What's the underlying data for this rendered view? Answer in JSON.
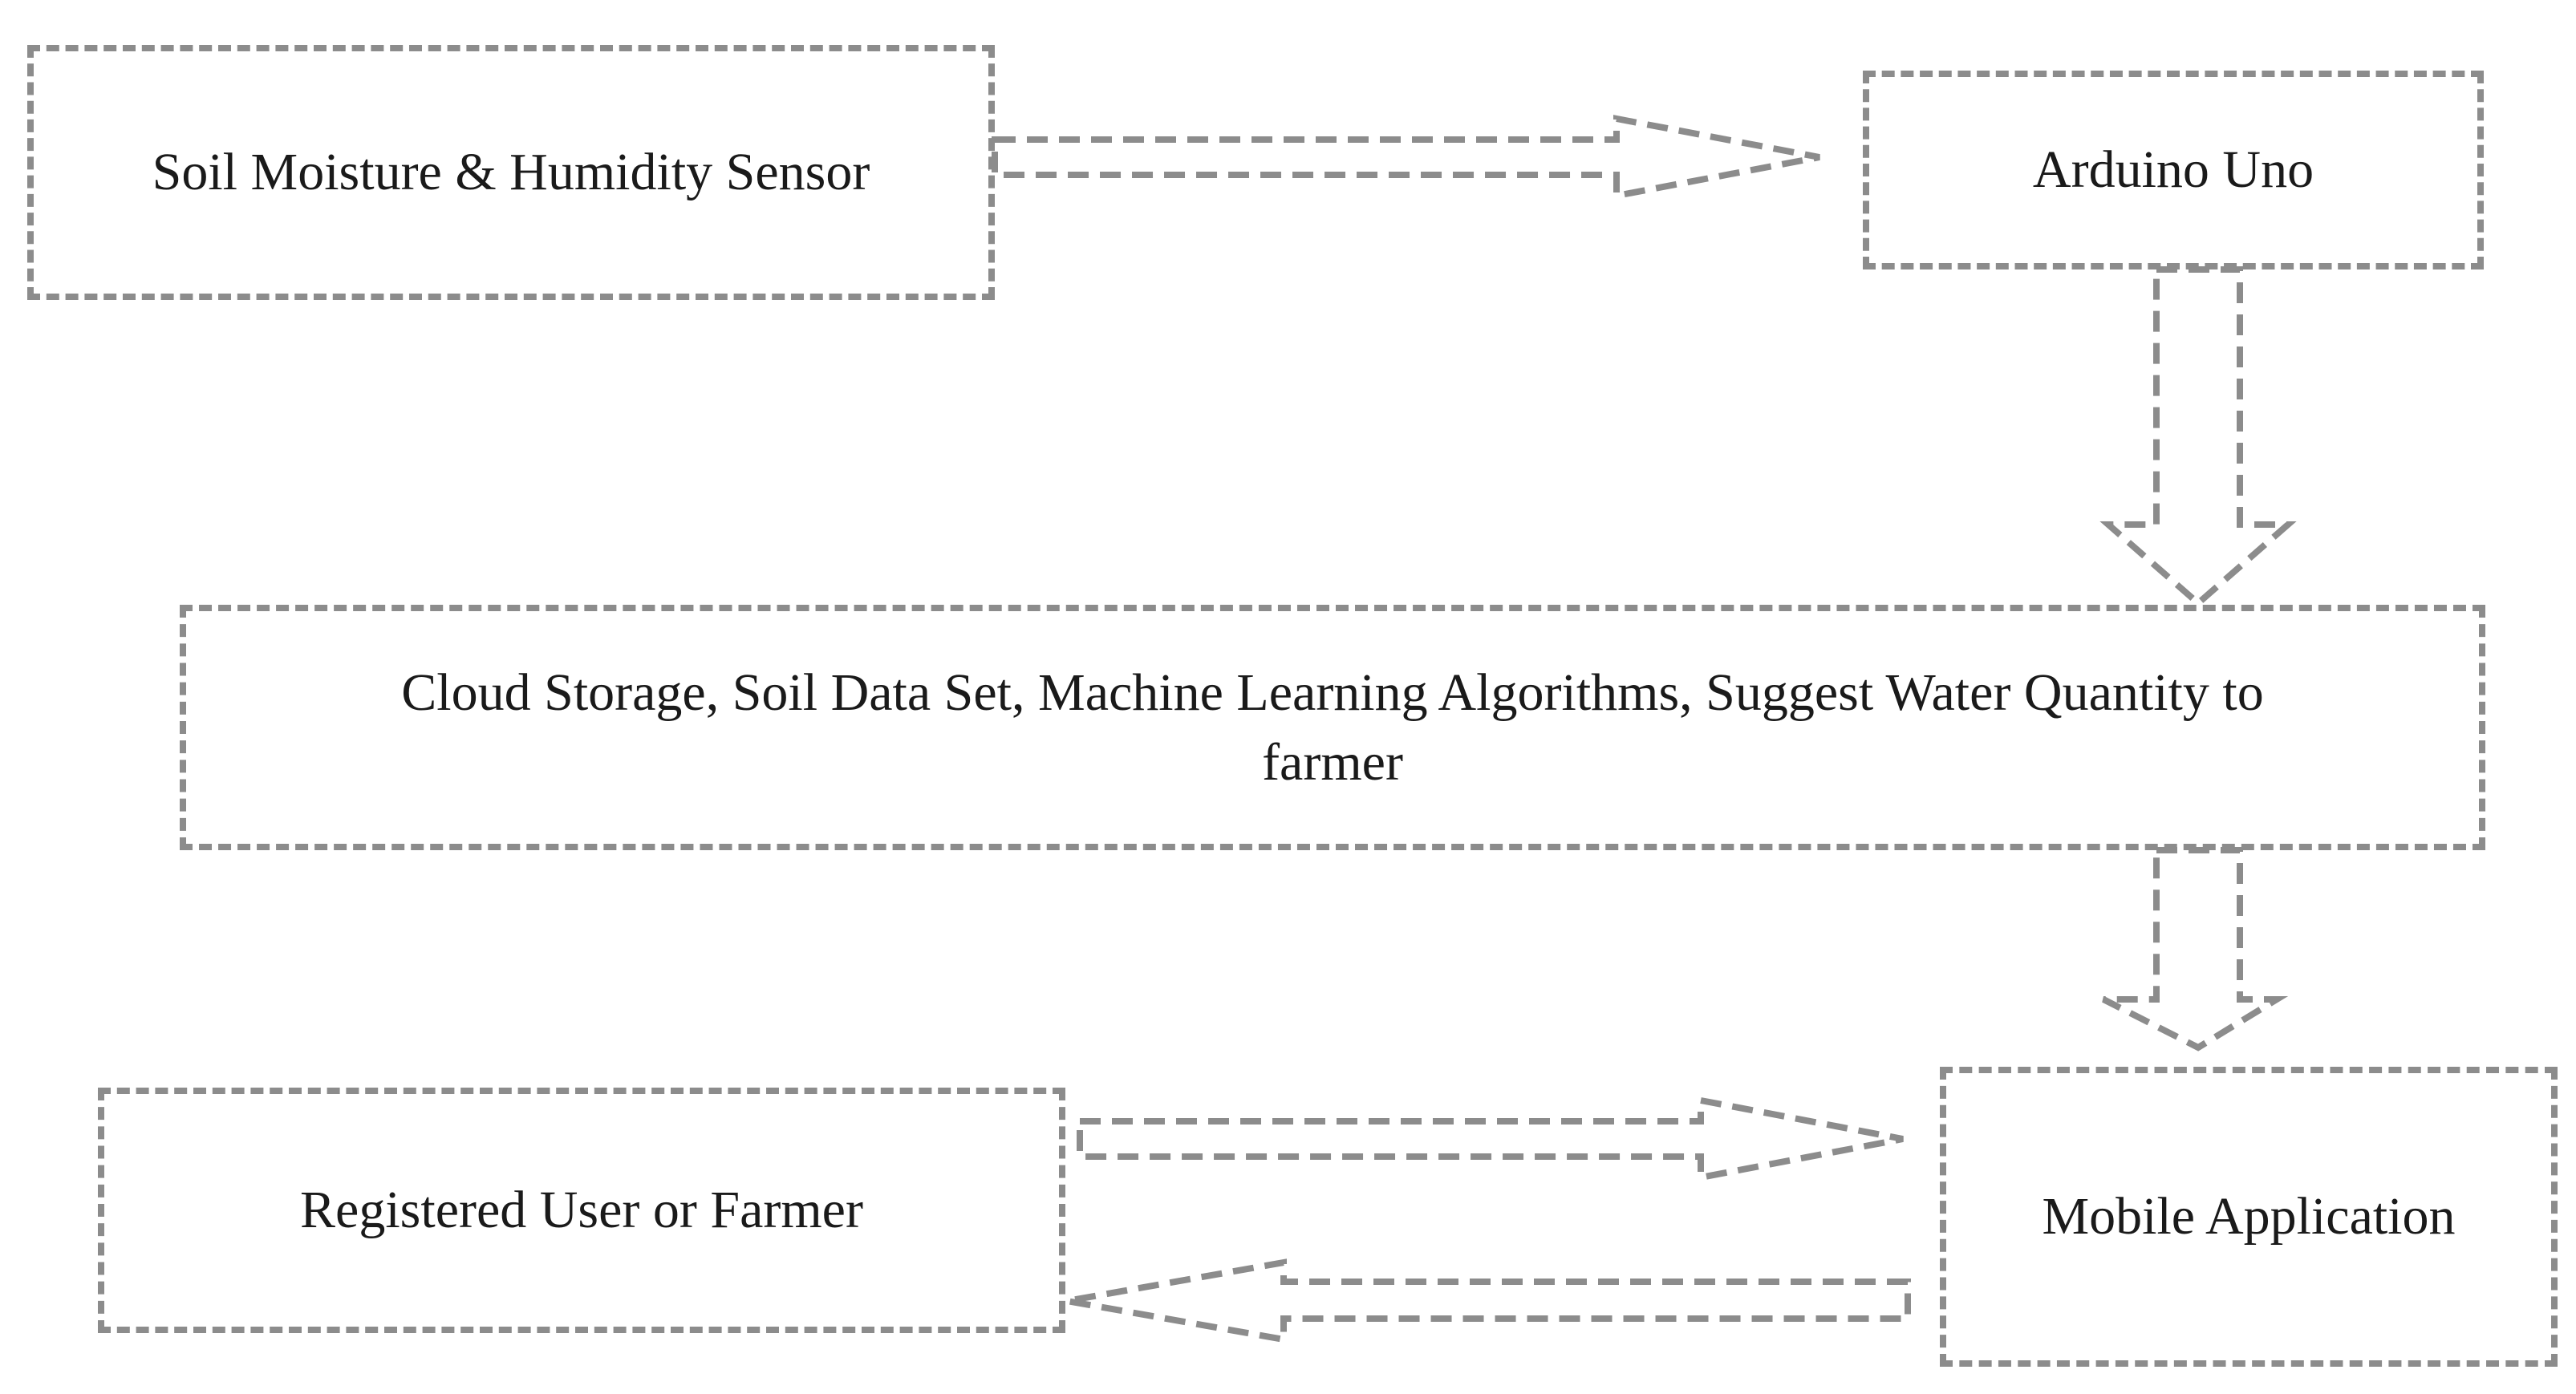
{
  "diagram": {
    "nodes": {
      "sensor": {
        "label": "Soil Moisture & Humidity Sensor"
      },
      "arduino": {
        "label": "Arduino Uno"
      },
      "cloud": {
        "label": "Cloud Storage, Soil Data Set, Machine Learning Algorithms, Suggest Water Quantity to farmer"
      },
      "user": {
        "label": "Registered User or Farmer"
      },
      "mobile": {
        "label": "Mobile Application"
      }
    },
    "edges": [
      {
        "from": "sensor",
        "to": "arduino"
      },
      {
        "from": "arduino",
        "to": "cloud"
      },
      {
        "from": "cloud",
        "to": "mobile"
      },
      {
        "from": "user",
        "to": "mobile"
      },
      {
        "from": "mobile",
        "to": "user"
      }
    ],
    "style": {
      "stroke_color": "#8c8c8c",
      "text_color": "#1a1a1a",
      "background": "#ffffff",
      "line_style": "dashed"
    }
  }
}
